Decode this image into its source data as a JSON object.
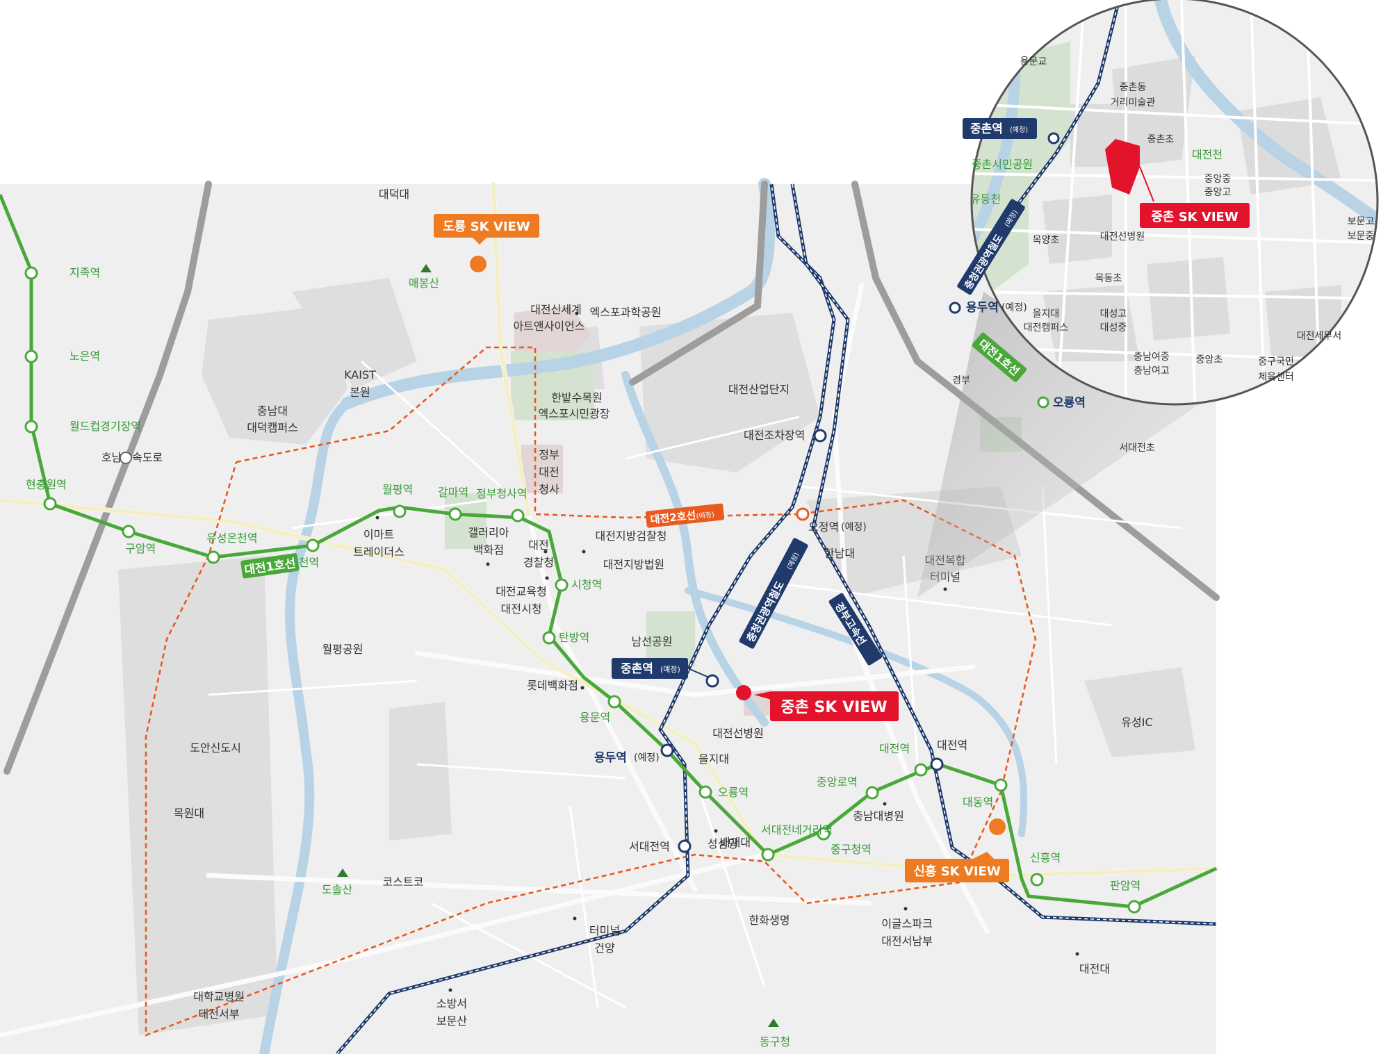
{
  "main_map": {
    "districts": [
      "대덕대",
      "매봉산",
      "KAIST",
      "본원",
      "충남대",
      "대덕캠퍼스",
      "대전신세계",
      "아트앤사이언스",
      "엑스포과학공원",
      "한밭수목원",
      "엑스포시민광장",
      "대전산업단지",
      "정부",
      "대전",
      "청사",
      "이마트",
      "트레이더스",
      "갤러리아",
      "백화점",
      "대전",
      "경찰청",
      "대전지방검찰청",
      "대전지방법원",
      "대전교육청",
      "대전시청",
      "한남대",
      "대전복합",
      "터미널",
      "월평공원",
      "남선공원",
      "롯데백화점",
      "대전선병원",
      "을지대",
      "도안신도시",
      "목원대",
      "도솔산",
      "배재대",
      "코스트코",
      "성심당",
      "충남대병원",
      "한화생명",
      "이글스파크",
      "대전서남부",
      "터미널",
      "건양",
      "대학교병원",
      "대전서부",
      "소방서",
      "보문산",
      "동구청",
      "대전대",
      "유성IC",
      "호남고속도로"
    ],
    "line1_stations": [
      "지족역",
      "노은역",
      "월드컵경기장역",
      "현충원역",
      "구암역",
      "유성온천역",
      "갑천역",
      "월평역",
      "갈마역",
      "정부청사역",
      "시청역",
      "탄방역",
      "용문역",
      "오룡역",
      "서대전네거리역",
      "중구청역",
      "중앙로역",
      "대전역",
      "대동역",
      "신흥역",
      "판암역"
    ],
    "line1_label": "대전1호선",
    "line2_label": "대전2호선",
    "line2_suffix": "(예정)",
    "rail_label": "충청권광역철도",
    "rail_suffix": "(예정)",
    "gyeongbu_label": "경부고속선",
    "rail_stations": {
      "junchon": "중촌역",
      "yongdu": "용두역",
      "seodaejeon": "서대전역",
      "ojeong": "오정역",
      "daejeon": "대전역",
      "jochajang": "대전조차장역",
      "plan": "(예정)"
    },
    "projects": {
      "main": "중촌 SK VIEW",
      "dorong": "도룡 SK VIEW",
      "sinheung": "신흥 SK VIEW"
    }
  },
  "inset_map": {
    "labels": [
      "용문교",
      "중촌동",
      "거리미술관",
      "중촌초",
      "대전천",
      "중앙중",
      "중앙고",
      "보문고",
      "보문중",
      "중촌시민공원",
      "유등천",
      "목양초",
      "대전선병원",
      "목동초",
      "을지대",
      "대전캠퍼스",
      "대성고",
      "대성중",
      "대전세무서",
      "충남여중",
      "충남여고",
      "중앙초",
      "중구국민",
      "체육센터",
      "서대전초",
      "경부"
    ],
    "stations": {
      "junchon": "중촌역",
      "yongdu": "용두역",
      "oryong": "오룡역",
      "plan": "(예정)"
    },
    "line1_label": "대전1호선",
    "rail_label": "충청권광역철도",
    "rail_suffix": "(예정)",
    "project": "중촌 SK VIEW"
  },
  "colors": {
    "line1": "#4aa83b",
    "rail": "#1f3a6b",
    "line2": "#e85a1e",
    "project_red": "#e3132c",
    "project_orange": "#ee7a22",
    "river": "#b9d3e6",
    "road": "#a6a6a6",
    "park": "#d5e5d2",
    "block": "#dcdcdc"
  }
}
